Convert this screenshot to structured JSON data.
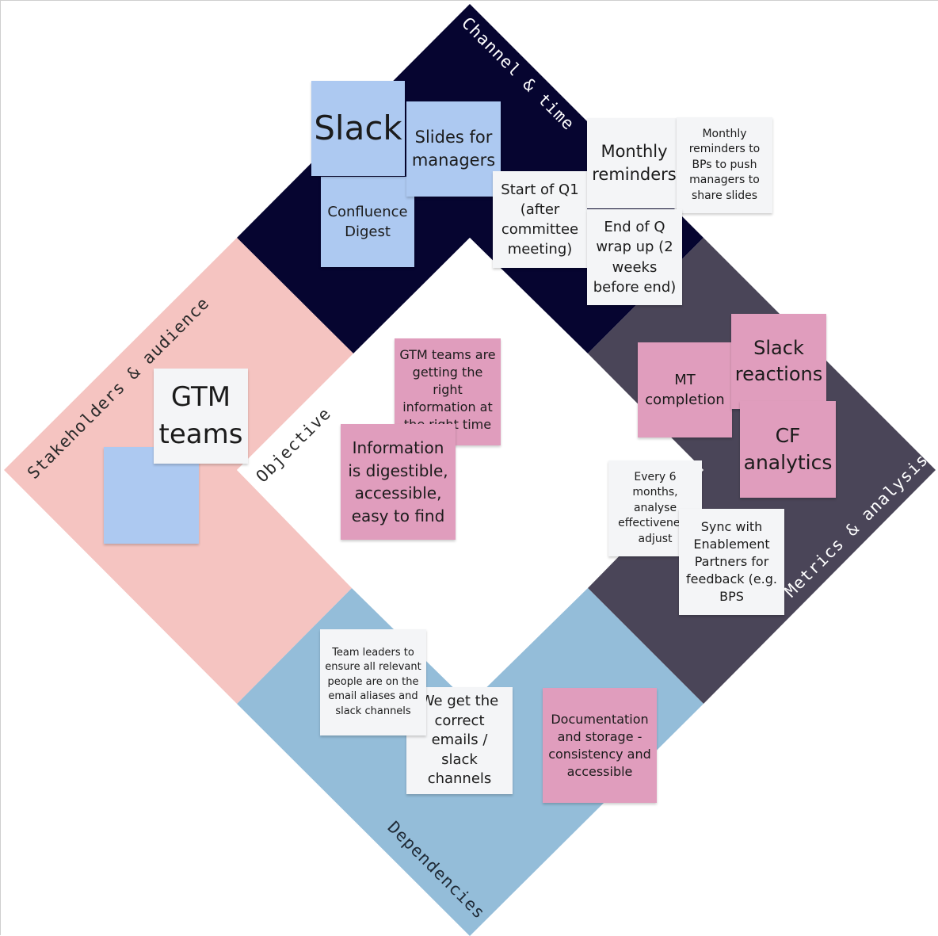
{
  "zones": {
    "channel": {
      "label": "Channel & time",
      "color": "#060530"
    },
    "metrics": {
      "label": "Metrics & analysis",
      "color": "#4a4558"
    },
    "dependencies": {
      "label": "Dependencies",
      "color": "#94bdd9"
    },
    "stakeholders": {
      "label": "Stakeholders & audience",
      "color": "#f5c4c1"
    },
    "objective": {
      "label": "Objective",
      "color": "#ffffff"
    }
  },
  "notes": {
    "slack": "Slack",
    "slides_for_managers": "Slides for managers",
    "confluence_digest": "Confluence Digest",
    "start_of_q1": "Start of Q1 (after committee meeting)",
    "monthly_reminders": "Monthly reminders",
    "monthly_reminders_bps": "Monthly reminders to BPs to push managers to share slides",
    "end_of_q": "End of Q wrap up (2 weeks before end)",
    "gtm_info": "GTM teams are getting the right information at the right time",
    "info_digestible": "Information is digestible, accessible, easy to find",
    "gtm_teams": "GTM teams",
    "stakeholder_blank": "",
    "mt_completion": "MT completion",
    "slack_reactions": "Slack reactions",
    "cf_analytics": "CF analytics",
    "every_6_months": "Every 6 months, analyse effectivene & adjust",
    "sync_enablement": "Sync with Enablement Partners for feedback (e.g. BPS",
    "team_leaders": "Team leaders to ensure all relevant people are on the email aliases and slack channels",
    "correct_emails": "We get the correct emails / slack channels",
    "documentation": "Documentation and storage - consistency and accessible"
  }
}
